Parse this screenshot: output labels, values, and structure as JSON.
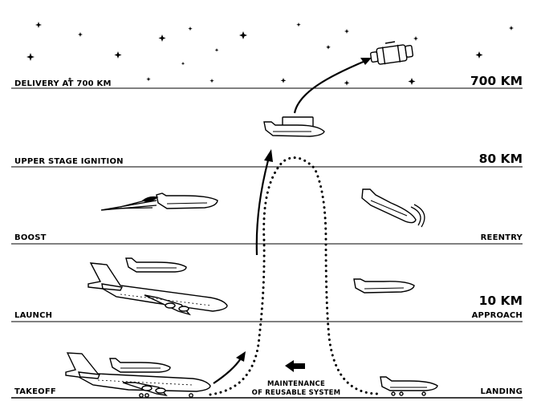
{
  "altitudes": {
    "km700": "700 KM",
    "km80": "80 KM",
    "km10": "10 KM"
  },
  "stages_left": {
    "delivery": "DELIVERY AT 700 KM",
    "upper_stage": "UPPER STAGE IGNITION",
    "boost": "BOOST",
    "launch": "LAUNCH",
    "takeoff": "TAKEOFF"
  },
  "stages_right": {
    "reentry": "REENTRY",
    "approach": "APPROACH",
    "landing": "LANDING"
  },
  "maintenance": {
    "line1": "MAINTENANCE",
    "line2": "OF REUSABLE SYSTEM"
  },
  "colors": {
    "ink": "#000000",
    "background": "#ffffff"
  },
  "icons": [
    "star-icon",
    "satellite-icon",
    "spaceplane-icon",
    "carrier-aircraft-icon",
    "arrow-icon"
  ]
}
